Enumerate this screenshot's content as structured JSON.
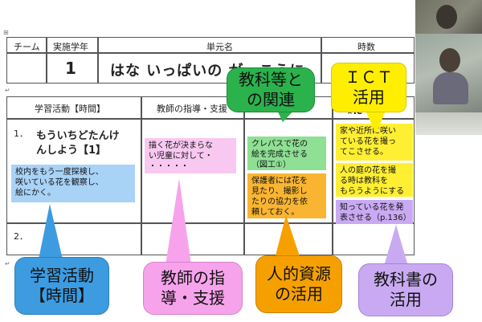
{
  "colors": {
    "blue": "#3d9be0",
    "pink": "#f7a3ec",
    "green": "#2bb24c",
    "yellow": "#ffee00",
    "orange": "#f6a000",
    "purple": "#c9aaf2",
    "light_blue": "#a9d2f7",
    "light_pink": "#f9c8f1",
    "light_green": "#8fdf95",
    "light_orange": "#f9b531",
    "light_yellow": "#ffef33"
  },
  "header": {
    "team_label": "チーム",
    "grade_label": "実施学年",
    "unit_label": "単元名",
    "hours_label": "時数",
    "grade_value": "1",
    "unit_value": "はな いっぱいの がっこうに"
  },
  "columns": {
    "activity": "学習活動【時間】",
    "teacher": "教師の指導・支援",
    "ict_star": "★IC"
  },
  "rows": {
    "row1_number": "1．",
    "row1_title_line1": "もういちどたんけ",
    "row1_title_line2": "んしよう【1】",
    "row2_number": "2．"
  },
  "notes": {
    "activity": [
      "校内をもう一度探検し、",
      "咲いている花を観察し、",
      "絵にかく。"
    ],
    "teacher": [
      "描く花が決まらな",
      "い児童に対して・",
      "・・・・・"
    ],
    "subject": [
      "クレパスで花の",
      "絵を完成させる",
      "（図工①）"
    ],
    "resource": [
      "保護者には花を",
      "見たり、撮影し",
      "たりの協力を依",
      "頼しておく。"
    ],
    "ict1": [
      "家や近所に咲い",
      "ている花を撮っ",
      "てこさせる。"
    ],
    "ict2": [
      "人の庭の花を撮",
      "る時は教科を",
      "もらうようにする"
    ],
    "textbook": [
      "知っている花を発",
      "表させる（p.136）"
    ]
  },
  "callouts": {
    "activity": [
      "学習活動",
      "【時間】"
    ],
    "teacher": [
      "教師の指",
      "導・支援"
    ],
    "subject": [
      "教科等と",
      "の関連"
    ],
    "ict": [
      "ＩＣＴ",
      "活用"
    ],
    "resource": [
      "人的資源",
      "の活用"
    ],
    "textbook": [
      "教科書の",
      "活用"
    ]
  },
  "marks": {
    "return": "↵",
    "anchor": "⊞"
  }
}
